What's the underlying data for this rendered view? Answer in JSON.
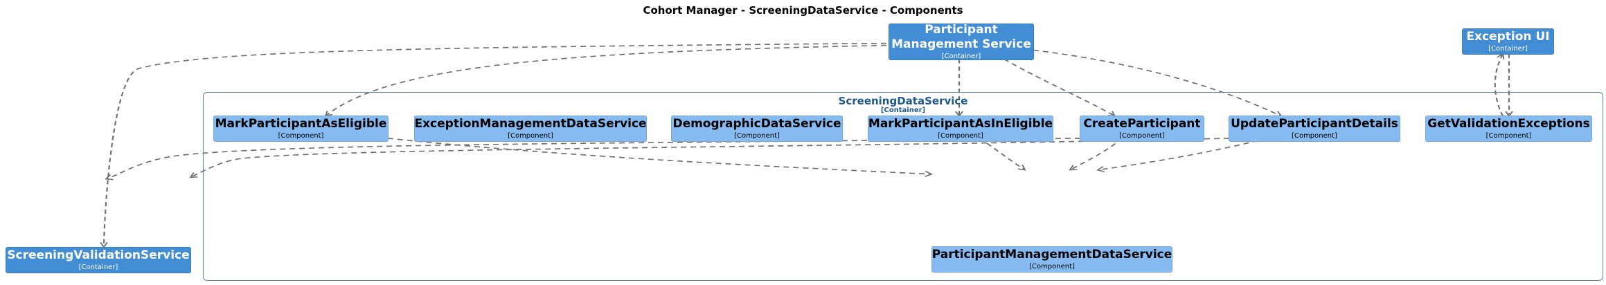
{
  "title": "Cohort Manager - ScreeningDataService - Components",
  "boundary": {
    "name": "ScreeningDataService",
    "type": "[Container]"
  },
  "nodes": {
    "participant_management_service": {
      "name": "Participant\nManagement Service",
      "type": "[Container]"
    },
    "exception_ui": {
      "name": "Exception UI",
      "type": "[Container]"
    },
    "screening_validation_service": {
      "name": "ScreeningValidationService",
      "type": "[Container]"
    },
    "mark_participant_as_eligible": {
      "name": "MarkParticipantAsEligible",
      "type": "[Component]"
    },
    "exception_management_data_service": {
      "name": "ExceptionManagementDataService",
      "type": "[Component]"
    },
    "demographic_data_service": {
      "name": "DemographicDataService",
      "type": "[Component]"
    },
    "mark_participant_as_ineligible": {
      "name": "MarkParticipantAsInEligible",
      "type": "[Component]"
    },
    "create_participant": {
      "name": "CreateParticipant",
      "type": "[Component]"
    },
    "update_participant_details": {
      "name": "UpdateParticipantDetails",
      "type": "[Component]"
    },
    "get_validation_exceptions": {
      "name": "GetValidationExceptions",
      "type": "[Component]"
    },
    "participant_management_data_service": {
      "name": "ParticipantManagementDataService",
      "type": "[Component]"
    }
  },
  "colors": {
    "container_fill": "#438dd5",
    "component_fill": "#85bbf0",
    "boundary_stroke": "#5a87b0",
    "edge_stroke": "#707070"
  }
}
